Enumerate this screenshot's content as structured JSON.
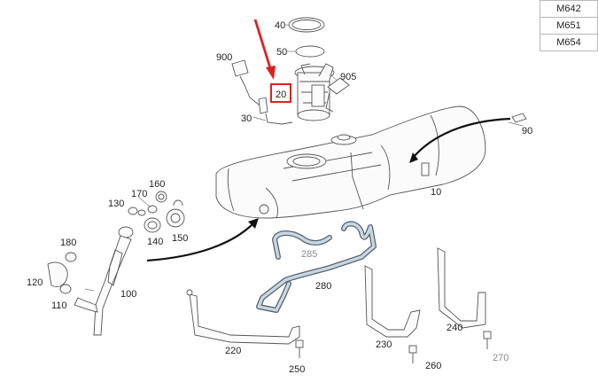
{
  "engines": [
    "M642",
    "M651",
    "M654"
  ],
  "callouts": [
    {
      "key": "p40",
      "text": "40"
    },
    {
      "key": "p50",
      "text": "50"
    },
    {
      "key": "p900",
      "text": "900"
    },
    {
      "key": "p905",
      "text": "905"
    },
    {
      "key": "p20",
      "text": "20"
    },
    {
      "key": "p30",
      "text": "30"
    },
    {
      "key": "p90",
      "text": "90"
    },
    {
      "key": "p10",
      "text": "10"
    },
    {
      "key": "p160",
      "text": "160"
    },
    {
      "key": "p170",
      "text": "170"
    },
    {
      "key": "p130",
      "text": "130"
    },
    {
      "key": "p140",
      "text": "140"
    },
    {
      "key": "p150",
      "text": "150"
    },
    {
      "key": "p180",
      "text": "180"
    },
    {
      "key": "p120",
      "text": "120"
    },
    {
      "key": "p110",
      "text": "110"
    },
    {
      "key": "p100",
      "text": "100"
    },
    {
      "key": "p285",
      "text": "285"
    },
    {
      "key": "p280",
      "text": "280"
    },
    {
      "key": "p220",
      "text": "220"
    },
    {
      "key": "p250",
      "text": "250"
    },
    {
      "key": "p230",
      "text": "230"
    },
    {
      "key": "p260",
      "text": "260"
    },
    {
      "key": "p240",
      "text": "240"
    },
    {
      "key": "p270",
      "text": "270"
    }
  ],
  "highlight": {
    "callout": "20",
    "color": "#e02020"
  },
  "colors": {
    "line": "#555555",
    "hose": "#5a6470",
    "hose_fill": "#c8d8e2",
    "arrow": "#111111"
  }
}
